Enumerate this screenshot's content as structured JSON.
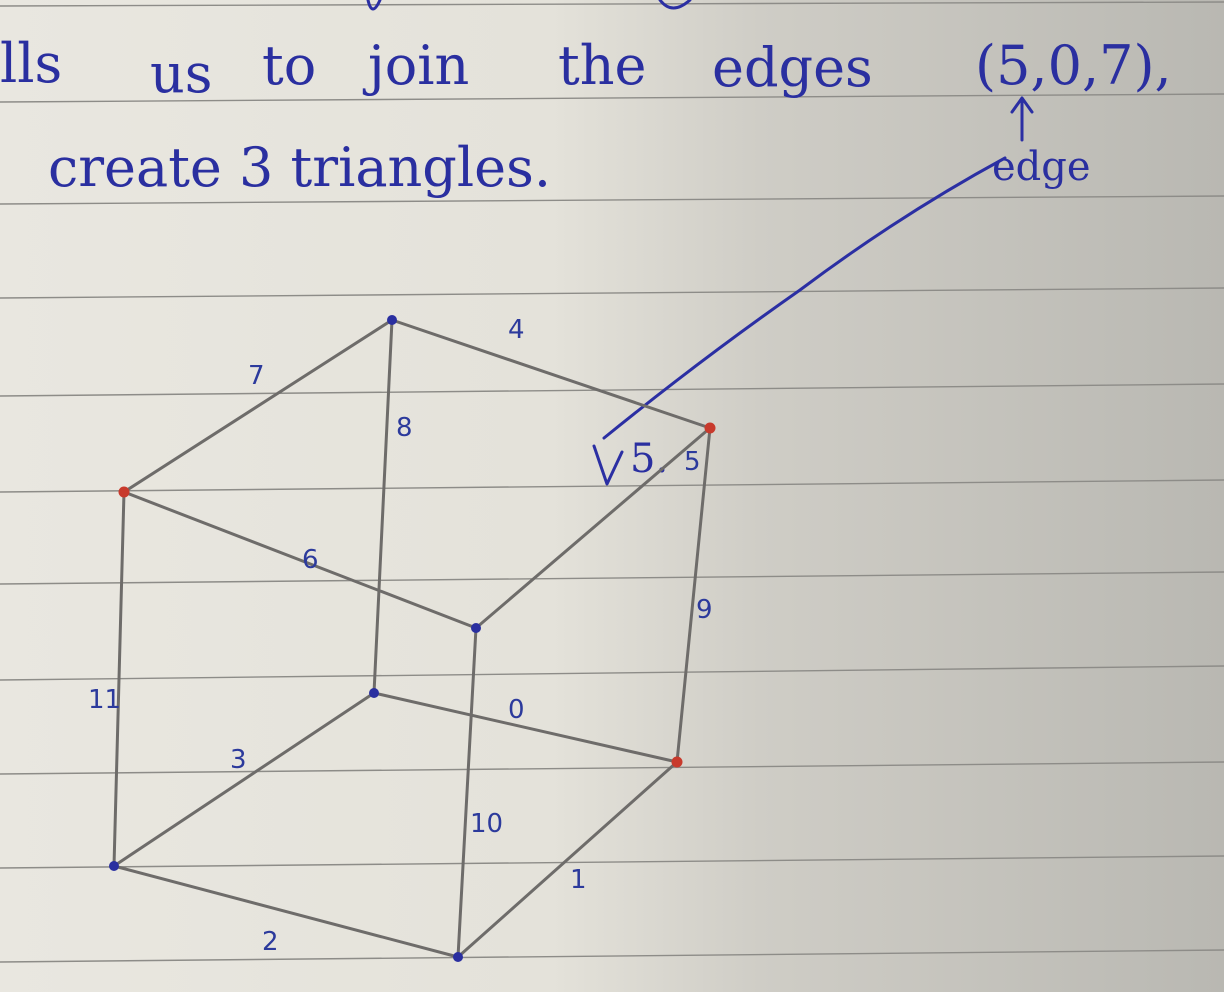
{
  "note": {
    "line1": {
      "fragment": "lls",
      "w1": "us",
      "w2": "to",
      "w3": "join",
      "w4": "the",
      "w5": "edges",
      "coords": "(5,0,7),"
    },
    "line2": "create 3 triangles.",
    "edge_word": "edge",
    "pointer_label": "5."
  },
  "edges": [
    {
      "key": "e0",
      "label": "0"
    },
    {
      "key": "e1",
      "label": "1"
    },
    {
      "key": "e2",
      "label": "2"
    },
    {
      "key": "e3",
      "label": "3"
    },
    {
      "key": "e4",
      "label": "4"
    },
    {
      "key": "e5",
      "label": "5"
    },
    {
      "key": "e6",
      "label": "6"
    },
    {
      "key": "e7",
      "label": "7"
    },
    {
      "key": "e8",
      "label": "8"
    },
    {
      "key": "e9",
      "label": "9"
    },
    {
      "key": "e10",
      "label": "10"
    },
    {
      "key": "e11",
      "label": "11"
    }
  ],
  "colors": {
    "ink": "#2a2fa0",
    "pencil": "#6e6c6a",
    "paper": "#e6e4dd",
    "marked_vertex": "#c83a2c",
    "plain_vertex": "#2a2fa0"
  },
  "vertices": [
    {
      "key": "top-back",
      "marked": false
    },
    {
      "key": "top-left",
      "marked": true
    },
    {
      "key": "top-right",
      "marked": true
    },
    {
      "key": "top-front",
      "marked": false
    },
    {
      "key": "bottom-back",
      "marked": false
    },
    {
      "key": "bottom-left",
      "marked": false
    },
    {
      "key": "bottom-right",
      "marked": true
    },
    {
      "key": "bottom-front",
      "marked": false
    }
  ]
}
